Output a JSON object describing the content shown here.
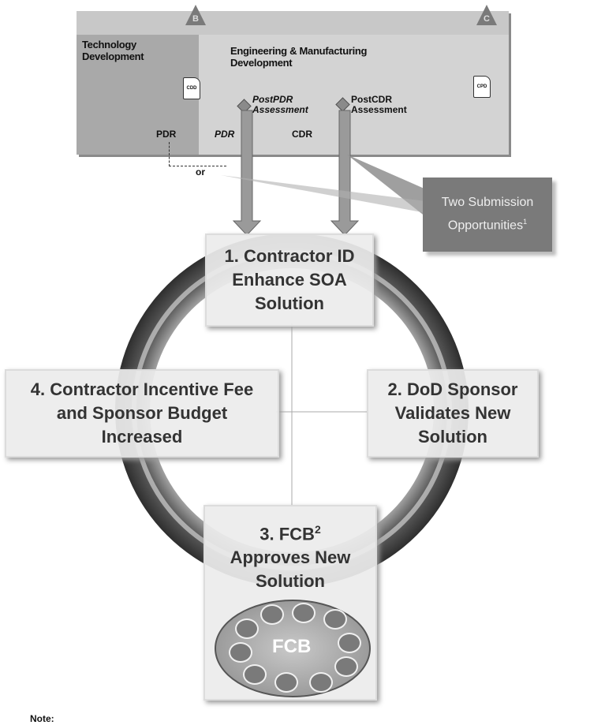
{
  "timeline": {
    "milestone_b": "B",
    "milestone_c": "C",
    "phase_td": "Technology Development",
    "phase_emd": "Engineering & Manufacturing Development",
    "doc_left": "CDD",
    "doc_right": "CPD",
    "post_pdr": "PostPDR Assessment",
    "post_cdr": "PostCDR Assessment",
    "pdr_1": "PDR",
    "pdr_2": "PDR",
    "cdr": "CDR",
    "or_label": "or"
  },
  "callout": {
    "text": "Two Submission Opportunities",
    "footnote": "1"
  },
  "steps": {
    "step1": "1.  Contractor ID Enhance SOA Solution",
    "step2": "2.  DoD Sponsor Validates New Solution",
    "step3_prefix": "3.  FCB",
    "step3_sup": "2",
    "step3_rest": "Approves New Solution",
    "step4": "4. Contractor Incentive Fee and Sponsor Budget Increased"
  },
  "fcb": {
    "label": "FCB"
  },
  "note": "Note:",
  "colors": {
    "ring": "#6e6e6e",
    "panel": "#ececec",
    "timeline": "#c8c8c8",
    "arrow": "#8a8a8a"
  }
}
